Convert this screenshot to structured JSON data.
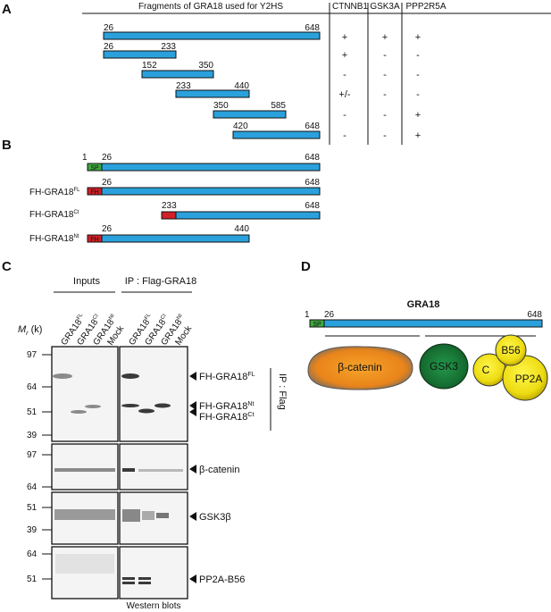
{
  "panelA": {
    "letter": "A",
    "header": "Fragments of GRA18 used for Y2HS",
    "columns": [
      "CTNNB1",
      "GSK3A",
      "PPP2R5A"
    ],
    "rows": [
      {
        "start": "26",
        "end": "648",
        "ctnnb1": "+",
        "gsk3a": "+",
        "ppp2r5a": "+"
      },
      {
        "start": "26",
        "end": "233",
        "ctnnb1": "+",
        "gsk3a": "-",
        "ppp2r5a": "-"
      },
      {
        "start": "152",
        "end": "350",
        "ctnnb1": "-",
        "gsk3a": "-",
        "ppp2r5a": "-"
      },
      {
        "start": "233",
        "end": "440",
        "ctnnb1": "+/-",
        "gsk3a": "-",
        "ppp2r5a": "-"
      },
      {
        "start": "350",
        "end": "585",
        "ctnnb1": "-",
        "gsk3a": "-",
        "ppp2r5a": "+"
      },
      {
        "start": "420",
        "end": "648",
        "ctnnb1": "-",
        "gsk3a": "-",
        "ppp2r5a": "+"
      }
    ]
  },
  "panelB": {
    "letter": "B",
    "constructs": [
      {
        "label": "",
        "start": "1",
        "mid": "26",
        "end": "648",
        "tag": "SP"
      },
      {
        "label": "FH-GRA18",
        "sup": "FL",
        "mid": "26",
        "end": "648",
        "tag": "FH"
      },
      {
        "label": "FH-GRA18",
        "sup": "Ct",
        "mid": "233",
        "end": "648",
        "tag": ""
      },
      {
        "label": "FH-GRA18",
        "sup": "Nt",
        "mid": "26",
        "end": "440",
        "tag": "FH"
      }
    ]
  },
  "panelC": {
    "letter": "C",
    "group_inputs": "Inputs",
    "group_ip": "IP : Flag-GRA18",
    "mr_label": "M",
    "mr_sub": "r",
    "mr_unit": " (k)",
    "lane_labels": [
      {
        "base": "GRA18",
        "sup": "FL"
      },
      {
        "base": "GRA18",
        "sup": "Ct"
      },
      {
        "base": "GRA18",
        "sup": "Nt"
      },
      {
        "base": "Mock",
        "sup": ""
      }
    ],
    "blot1_markers": [
      "97",
      "64",
      "51",
      "39"
    ],
    "blot2_markers": [
      "97",
      "64"
    ],
    "blot3_markers": [
      "51",
      "39"
    ],
    "blot4_markers": [
      "64",
      "51"
    ],
    "blot1_labels": [
      {
        "base": "FH-GRA18",
        "sup": "FL"
      },
      {
        "base": "FH-GRA18",
        "sup": "Nt"
      },
      {
        "base": "FH-GRA18",
        "sup": "Ct"
      }
    ],
    "ip_flag": "IP : Flag",
    "beta_catenin": "β-catenin",
    "gsk": "GSK3β",
    "pp2a": "PP2A-B56",
    "footer": "Western blots"
  },
  "panelD": {
    "letter": "D",
    "title": "GRA18",
    "start": "1",
    "mid": "26",
    "end": "648",
    "tag": "SP",
    "beta": "β-catenin",
    "gsk": "GSK3",
    "b56": "B56",
    "c": "C",
    "pp2a": "PP2A"
  },
  "colors": {
    "bar": "#2aa1dc",
    "sp": "#3fa83f",
    "fh": "#d01f26",
    "beta": "#f08a1c",
    "gsk": "#1e7d3a",
    "pp2a": "#f0e21a"
  }
}
